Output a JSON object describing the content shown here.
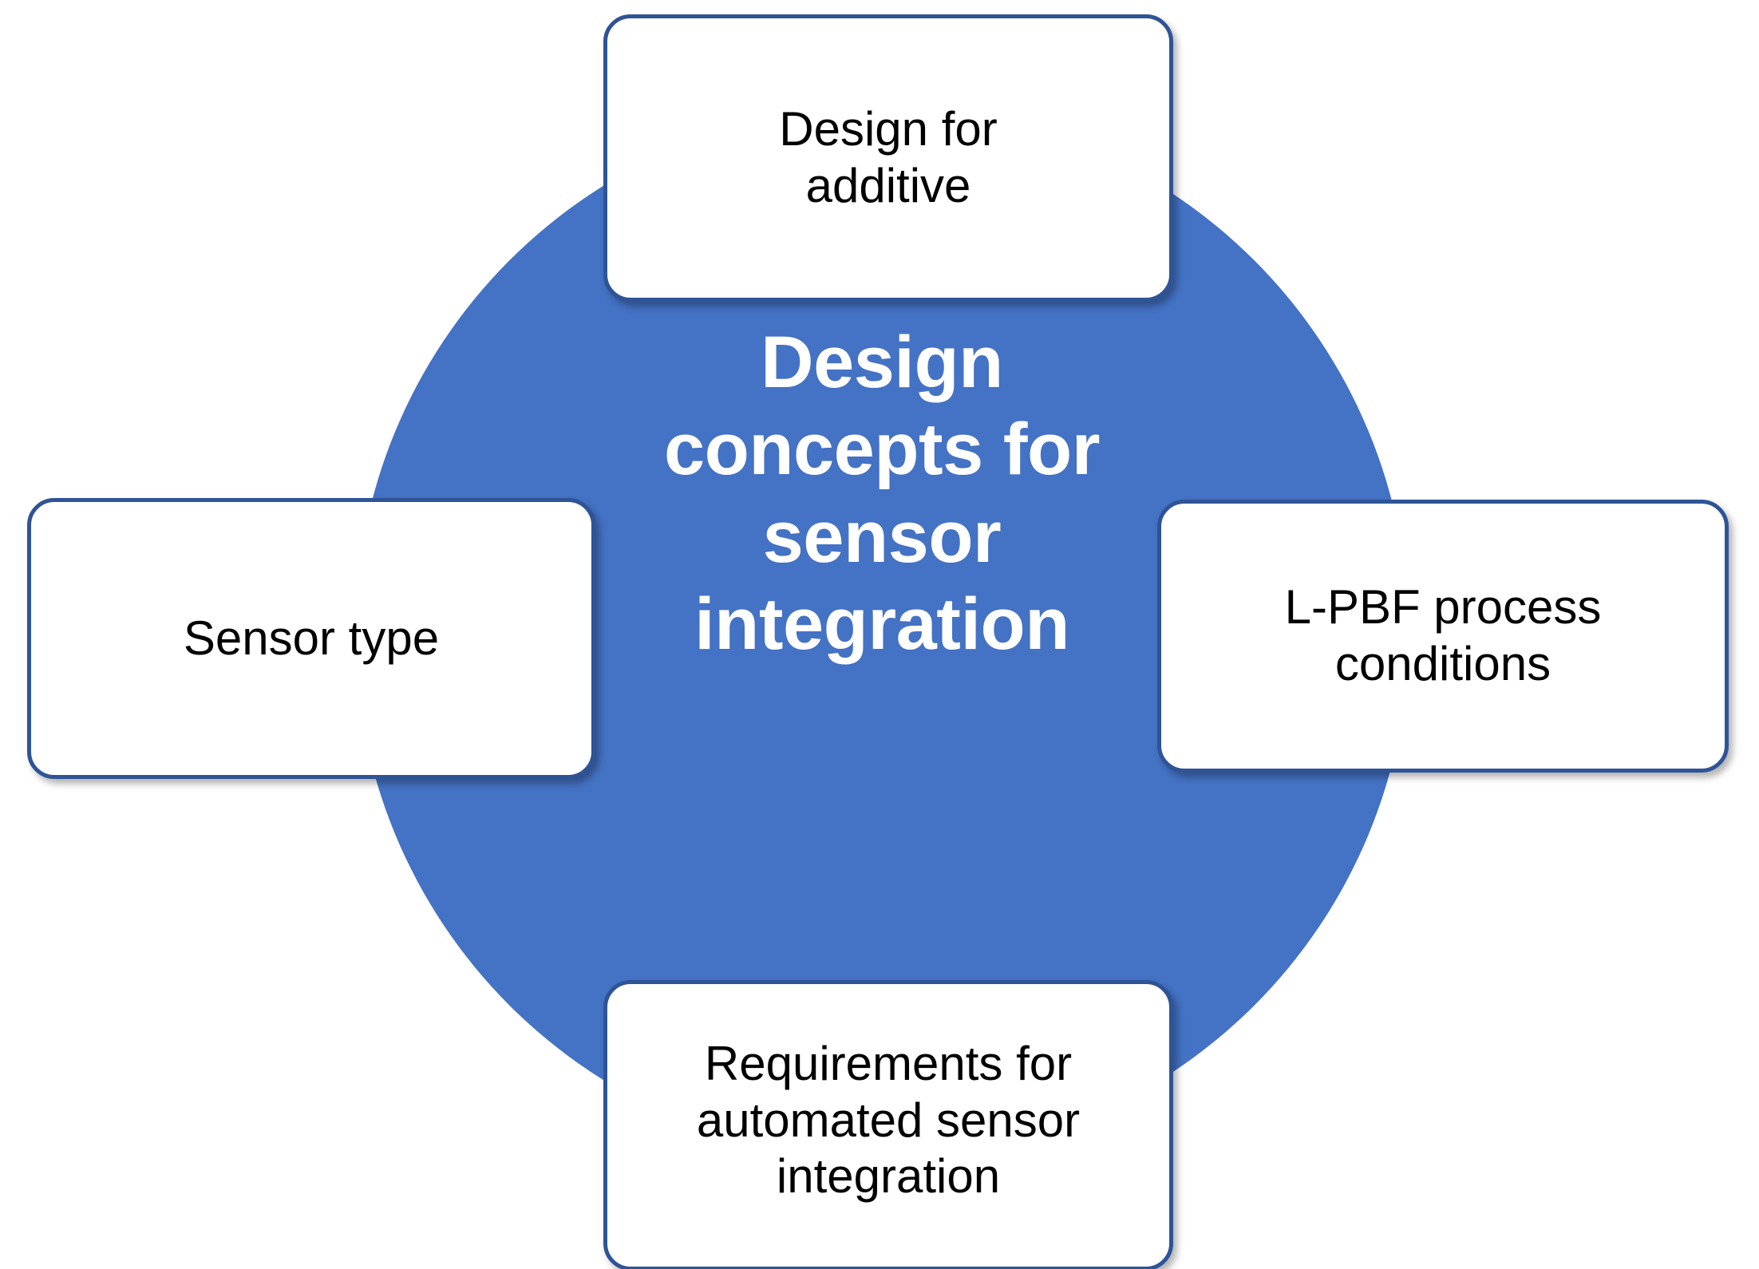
{
  "diagram": {
    "type": "hub-and-spoke",
    "title": "Design concepts for sensor integration",
    "colors": {
      "hub_fill": "#4472C4",
      "node_border": "#2E5496",
      "node_fill": "#FFFFFF",
      "hub_text": "#FFFFFF",
      "node_text": "#000000",
      "background": "#FFFFFF"
    },
    "hub": {
      "label": "Design concepts for sensor integration",
      "lines": [
        "Design",
        "concepts for",
        "sensor",
        "integration"
      ]
    },
    "nodes": [
      {
        "position": "top",
        "label": "Design for additive",
        "lines": [
          "Design for",
          "additive"
        ]
      },
      {
        "position": "left",
        "label": "Sensor type",
        "lines": [
          "Sensor type"
        ]
      },
      {
        "position": "right",
        "label": "L-PBF process conditions",
        "lines": [
          "L-PBF process",
          "conditions"
        ]
      },
      {
        "position": "bottom",
        "label": "Requirements for automated sensor integration",
        "lines": [
          "Requirements for",
          "automated sensor",
          "integration"
        ]
      }
    ]
  }
}
